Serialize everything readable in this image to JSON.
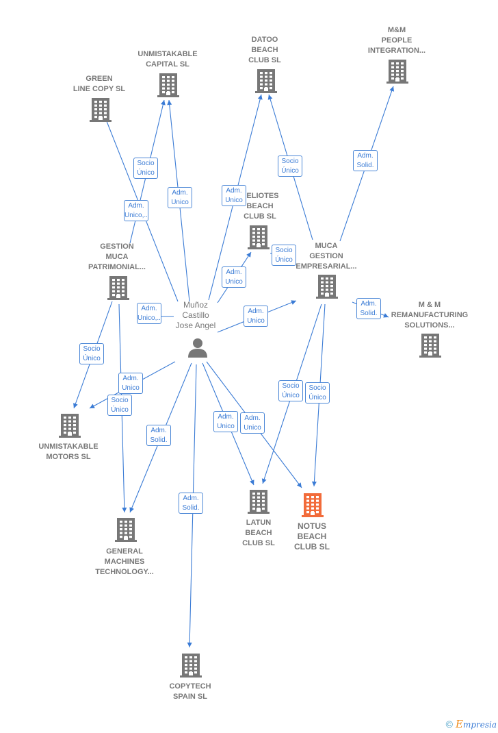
{
  "colors": {
    "edge": "#3a7bd5",
    "company": "#777777",
    "focus": "#f26b3a",
    "person": "#777777"
  },
  "nodes": [
    {
      "id": "unmistakable_capital",
      "type": "company",
      "lines": [
        "UNMISTAKABLE",
        "CAPITAL  SL"
      ]
    },
    {
      "id": "green_line",
      "type": "company",
      "lines": [
        "GREEN",
        "LINE COPY SL"
      ]
    },
    {
      "id": "datoo",
      "type": "company",
      "lines": [
        "DATOO",
        "BEACH",
        "CLUB  SL"
      ]
    },
    {
      "id": "mm_people",
      "type": "company",
      "lines": [
        "M&M",
        "PEOPLE",
        "INTEGRATION..."
      ]
    },
    {
      "id": "heliotes",
      "type": "company",
      "lines": [
        "HELIOTES",
        "BEACH",
        "CLUB  SL"
      ]
    },
    {
      "id": "gestion_muca",
      "type": "company",
      "lines": [
        "GESTION",
        "MUCA",
        "PATRIMONIAL..."
      ]
    },
    {
      "id": "muca_gestion",
      "type": "company",
      "lines": [
        "MUCA",
        "GESTION",
        "EMPRESARIAL..."
      ]
    },
    {
      "id": "mm_reman",
      "type": "company",
      "lines": [
        "M & M",
        "REMANUFACTURING",
        "SOLUTIONS..."
      ]
    },
    {
      "id": "person",
      "type": "person",
      "lines": [
        "Muñoz",
        "Castillo",
        "Jose Angel"
      ]
    },
    {
      "id": "unmistakable_motors",
      "type": "company",
      "lines": [
        "UNMISTAKABLE",
        "MOTORS  SL"
      ]
    },
    {
      "id": "latun",
      "type": "company",
      "lines": [
        "LATUN",
        "BEACH",
        "CLUB  SL"
      ]
    },
    {
      "id": "notus",
      "type": "focus",
      "lines": [
        "NOTUS",
        "BEACH",
        "CLUB  SL"
      ]
    },
    {
      "id": "general_machines",
      "type": "company",
      "lines": [
        "GENERAL",
        "MACHINES",
        "TECHNOLOGY..."
      ]
    },
    {
      "id": "copytech",
      "type": "company",
      "lines": [
        "COPYTECH",
        "SPAIN SL"
      ]
    }
  ],
  "edges": [
    {
      "id": "e1",
      "label": [
        "Socio",
        "Único"
      ]
    },
    {
      "id": "e2",
      "label": [
        "Adm.",
        "Unico,..."
      ]
    },
    {
      "id": "e3",
      "label": [
        "Adm.",
        "Unico"
      ]
    },
    {
      "id": "e4",
      "label": [
        "Adm.",
        "Unico,..."
      ]
    },
    {
      "id": "e5",
      "label": [
        "Adm.",
        "Unico"
      ]
    },
    {
      "id": "e6",
      "label": [
        "Socio",
        "Único"
      ]
    },
    {
      "id": "e7",
      "label": [
        "Adm.",
        "Solid."
      ]
    },
    {
      "id": "e8",
      "label": [
        "Adm.",
        "Unico"
      ]
    },
    {
      "id": "e9",
      "label": [
        "Socio",
        "Único"
      ]
    },
    {
      "id": "e10",
      "label": [
        "Adm.",
        "Unico"
      ]
    },
    {
      "id": "e11",
      "label": [
        "Adm.",
        "Solid."
      ]
    },
    {
      "id": "e12",
      "label": [
        "Socio",
        "Único"
      ]
    },
    {
      "id": "e13",
      "label": [
        "Adm.",
        "Unico"
      ]
    },
    {
      "id": "e14",
      "label": [
        "Socio",
        "Único"
      ]
    },
    {
      "id": "e15",
      "label": [
        "Adm.",
        "Solid."
      ]
    },
    {
      "id": "e16",
      "label": [
        "Adm.",
        "Unico"
      ]
    },
    {
      "id": "e17",
      "label": [
        "Adm.",
        "Unico"
      ]
    },
    {
      "id": "e18",
      "label": [
        "Socio",
        "Único"
      ]
    },
    {
      "id": "e19",
      "label": [
        "Socio",
        "Único"
      ]
    },
    {
      "id": "e20",
      "label": [
        "Adm.",
        "Solid."
      ]
    }
  ],
  "footer": {
    "copyright": "©",
    "brand_initial": "E",
    "brand_rest": "mpresia"
  }
}
